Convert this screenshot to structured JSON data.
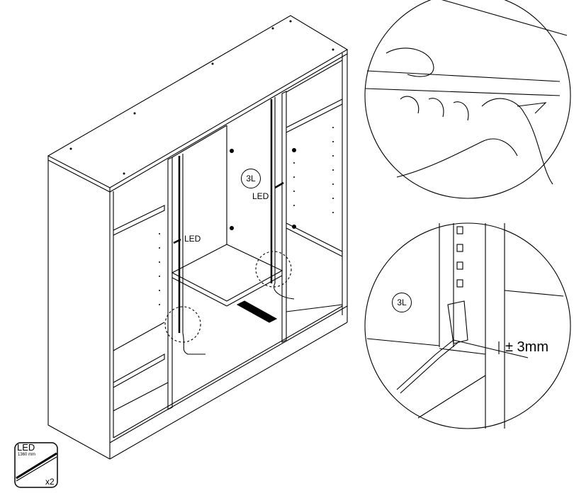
{
  "main": {
    "panel_tag": "3L",
    "led_label_left": "LED",
    "led_label_right": "LED"
  },
  "detail_bottom": {
    "panel_tag": "3L",
    "gap_label": "± 3mm"
  },
  "parts_box": {
    "name": "LED",
    "length": "1360 mm",
    "quantity": "x2"
  },
  "colors": {
    "line": "#000000",
    "background": "#ffffff"
  }
}
